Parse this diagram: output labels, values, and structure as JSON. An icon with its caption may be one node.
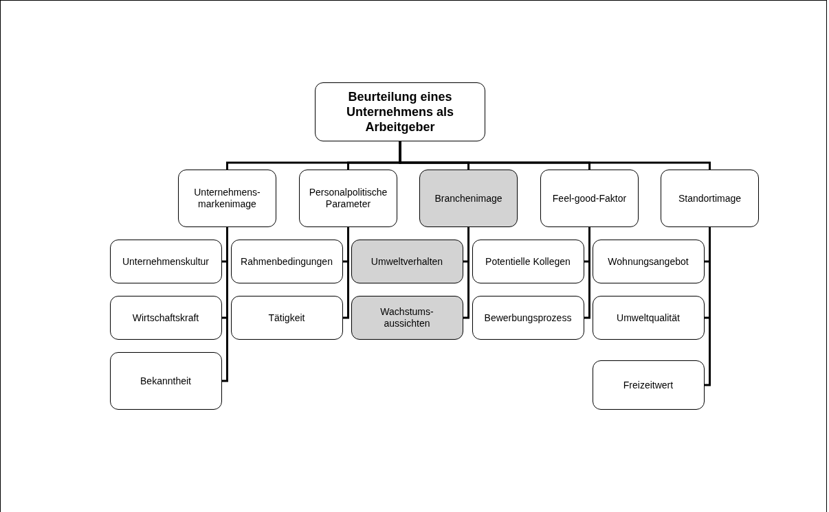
{
  "diagram": {
    "nodes": [
      {
        "text": [
          "Beurteilung eines Unternehmens als Arbeitgeber"
        ]
      },
      {
        "text": [
          "Unternehmens-markenimage"
        ]
      },
      {
        "text": [
          "Personalpolitische Parameter"
        ]
      },
      {
        "text": [
          "Branchenimage"
        ]
      },
      {
        "text": [
          "Feel-good-Faktor"
        ]
      },
      {
        "text": [
          "Standortimage"
        ]
      },
      {
        "text": [
          "Unternehmenskultur"
        ]
      },
      {
        "text": [
          "Wirtschaftskraft"
        ]
      },
      {
        "text": [
          "Bekanntheit"
        ]
      },
      {
        "text": [
          "Rahmenbedingungen"
        ]
      },
      {
        "text": [
          "Tätigkeit"
        ]
      },
      {
        "text": [
          "Umweltverhalten"
        ]
      },
      {
        "text": [
          "Wachstums-aussichten"
        ]
      },
      {
        "text": [
          "Potentielle Kollegen"
        ]
      },
      {
        "text": [
          "Bewerbungsprozess"
        ]
      },
      {
        "text": [
          "Wohnungsangebot"
        ]
      },
      {
        "text": [
          "Umweltqualität"
        ]
      },
      {
        "text": [
          "Freizeitwert"
        ]
      }
    ],
    "edges": [
      {
        "from": 0,
        "to": 1,
        "arrow": "none"
      },
      {
        "from": 0,
        "to": 2,
        "arrow": "none"
      },
      {
        "from": 0,
        "to": 3,
        "arrow": "none"
      },
      {
        "from": 0,
        "to": 4,
        "arrow": "none"
      },
      {
        "from": 0,
        "to": 5,
        "arrow": "none"
      },
      {
        "from": 1,
        "to": 6,
        "arrow": "none"
      },
      {
        "from": 1,
        "to": 7,
        "arrow": "none"
      },
      {
        "from": 1,
        "to": 8,
        "arrow": "none"
      },
      {
        "from": 2,
        "to": 9,
        "arrow": "none"
      },
      {
        "from": 2,
        "to": 10,
        "arrow": "none"
      },
      {
        "from": 3,
        "to": 11,
        "arrow": "none"
      },
      {
        "from": 3,
        "to": 12,
        "arrow": "none"
      },
      {
        "from": 4,
        "to": 13,
        "arrow": "none"
      },
      {
        "from": 4,
        "to": 14,
        "arrow": "none"
      },
      {
        "from": 5,
        "to": 15,
        "arrow": "none"
      },
      {
        "from": 5,
        "to": 16,
        "arrow": "none"
      },
      {
        "from": 5,
        "to": 17,
        "arrow": "none"
      }
    ]
  }
}
